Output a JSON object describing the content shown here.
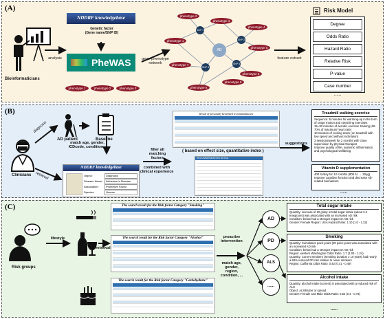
{
  "panel_a": {
    "label": "(A)",
    "role": "Bioinformaticians",
    "arrow_analysis": "analysis",
    "kb_title": "NDDRF knowledgebase",
    "kb_genetic": "Genetic factor",
    "kb_gene": "(Gene name/SNP ID)",
    "phewas": "PheWAS",
    "phenotypes_bottom": [
      "phenotype 1",
      "phenotype 2",
      "phenotype 3"
    ],
    "arrow_network": "gene-phenotype network",
    "network_nodes": [
      "phenotype 1",
      "phenotype 2",
      "phenotype 3",
      "phenotype 4",
      "phenotype 5",
      "phenotype 6",
      "phenotype 7",
      "phenotype 8",
      "phenotype 9",
      "SNP 1",
      "SNP 2",
      "SNP 3",
      "SNP 4",
      "AD"
    ],
    "arrow_feature": "feature extract",
    "risk_title": "Risk Model",
    "risk_items": [
      "Degree",
      "Odds Ratio",
      "Hazard Ratio",
      "Relative Risk",
      "P-value",
      "Case number",
      "......"
    ]
  },
  "panel_b": {
    "label": "(B)",
    "role": "Clinicians",
    "arrow_diagnosis": "diagnosis",
    "arrow_retrieval": "retrieval",
    "patient": "AD patient",
    "baseline": "Baseline",
    "match_text": "match age, gender, ICDcode, condition...",
    "filter_text": "filter all matching factors",
    "combined_text": "combined with clinical experience",
    "kb_title": "NDDRF knowledgebase",
    "form": [
      {
        "k": "Object:",
        "v": "Diagnosis"
      },
      {
        "k": "Disease Name:",
        "v": "Alzheimer's Disease"
      },
      {
        "k": "Association:",
        "v": "Protective Factor"
      },
      {
        "k": "Species:",
        "v": "Human"
      }
    ],
    "sheet_top_caption": "Result of personally benefitted recommendations",
    "sheet_bottom_caption": "RECOMMENDATION DETAIL",
    "based_on": "( based on effect size, quantitative index )",
    "arrow_suggestions": "suggestions",
    "rec1_title": "Treadmill walking exercise",
    "rec1_items": [
      "Sequence: 5 minutes for warming-up in the form of range motion and stretching exercises",
      "15~30 minutes of aerobic exercise training (60-70% of maximum heart rate)",
      "10 minutes of cooling down (on treadmill with low speed and without inclination)",
      "3 sessions/week for 2 months with close supervision by physical therapist",
      "Improve quality of life, systemic inflammation and psychological wellbeing"
    ],
    "rec2_title": "Vitamin D supplementation",
    "rec2_items": [
      "400 IU/day for 12 months (800 IU → 20μg)",
      "Improve cognitive function and decrease Aβ-related biomarkers"
    ],
    "ellipsis": "......"
  },
  "panel_c": {
    "label": "(C)",
    "role": "Risk groups",
    "arrow_lifestyle": "lifestyle",
    "arrow_retrieval": "retrieval",
    "sheet_captions": [
      "The search result for the Risk factor Category \"Smoking\"",
      "The search result for the Risk factor Category \"Alcohol\"",
      "The search result for the Risk factor Category \"Carbohydrate\""
    ],
    "arrow_intervention": "proactive intervention",
    "match_text": "match age, gender, region, condition, ...",
    "diseases": [
      "AD",
      "PD",
      "ALS",
      "......"
    ],
    "cards": [
      {
        "title": "Total sugar intake",
        "lines": [
          "Quantity: increase of 10 g/day in total sugar intake (about 2.4 teaspoons) was associated with an increased AD risk",
          "Condition: below had a stronger impact on AD risk",
          "Gender: Female   Region: USA   Hazard Ratio: 1.10 (1.0 - 1.22)"
        ]
      },
      {
        "title": "Smoking",
        "lines": [
          "Quantity: Cumulative pack-years (20 pack-years was associated with an increased AD risk",
          "Condition: below had a stronger impact on AD risk",
          "Region: western Washington   Odds Ratio: 1.7 (1.03 - 1.24)",
          "Quantity: Current smokers (Smoking duration ≥ 10 years) had nearly a 60% reduced PD risk relative to never smokers",
          "Region: California   Odds Ratio: 0.43 (0.41 - 0.49)"
        ]
      },
      {
        "title": "Alcohol intake",
        "lines": [
          "Quantity: alcohol intake (current) is associated with a reduced risk of ALS",
          "Object: ALS/Butter or spread",
          "Gender: Female and Male   Odds Ratio: 0.52 (0.4 - 0.73)"
        ]
      }
    ],
    "ellipsis": "......"
  }
}
